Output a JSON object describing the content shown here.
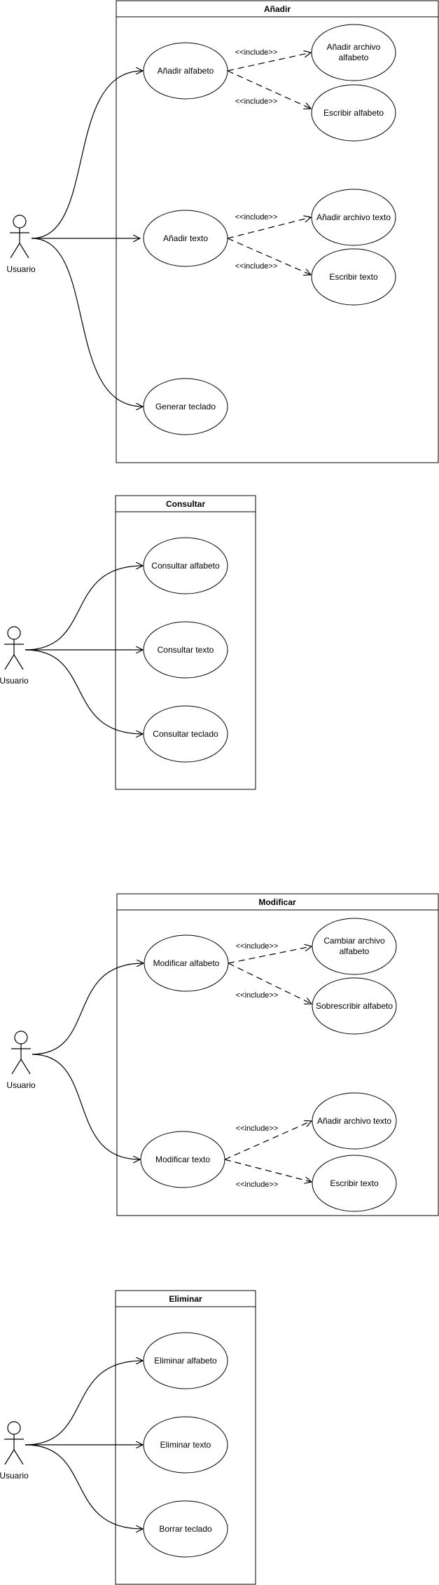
{
  "actor_label": "Usuario",
  "include_label": "<<include>>",
  "sections": {
    "anadir": {
      "title": "Añadir",
      "uc1": "Añadir alfabeto",
      "uc1_inc1_l1": "Añadir archivo",
      "uc1_inc1_l2": "alfabeto",
      "uc1_inc2": "Escribir alfabeto",
      "uc2": "Añadir texto",
      "uc2_inc1": "Añadir archivo texto",
      "uc2_inc2": "Escribir texto",
      "uc3": "Generar teclado"
    },
    "consultar": {
      "title": "Consultar",
      "uc1": "Consultar alfabeto",
      "uc2": "Consultar texto",
      "uc3": "Consultar teclado"
    },
    "modificar": {
      "title": "Modificar",
      "uc1": "Modificar alfabeto",
      "uc1_inc1_l1": "Cambiar archivo",
      "uc1_inc1_l2": "alfabeto",
      "uc1_inc2": "Sobrescribir alfabeto",
      "uc2": "Modificar texto",
      "uc2_inc1": "Añadir archivo texto",
      "uc2_inc2": "Escribir texto"
    },
    "eliminar": {
      "title": "Eliminar",
      "uc1": "Eliminar alfabeto",
      "uc2": "Eliminar texto",
      "uc3": "Borrar teclado"
    }
  }
}
